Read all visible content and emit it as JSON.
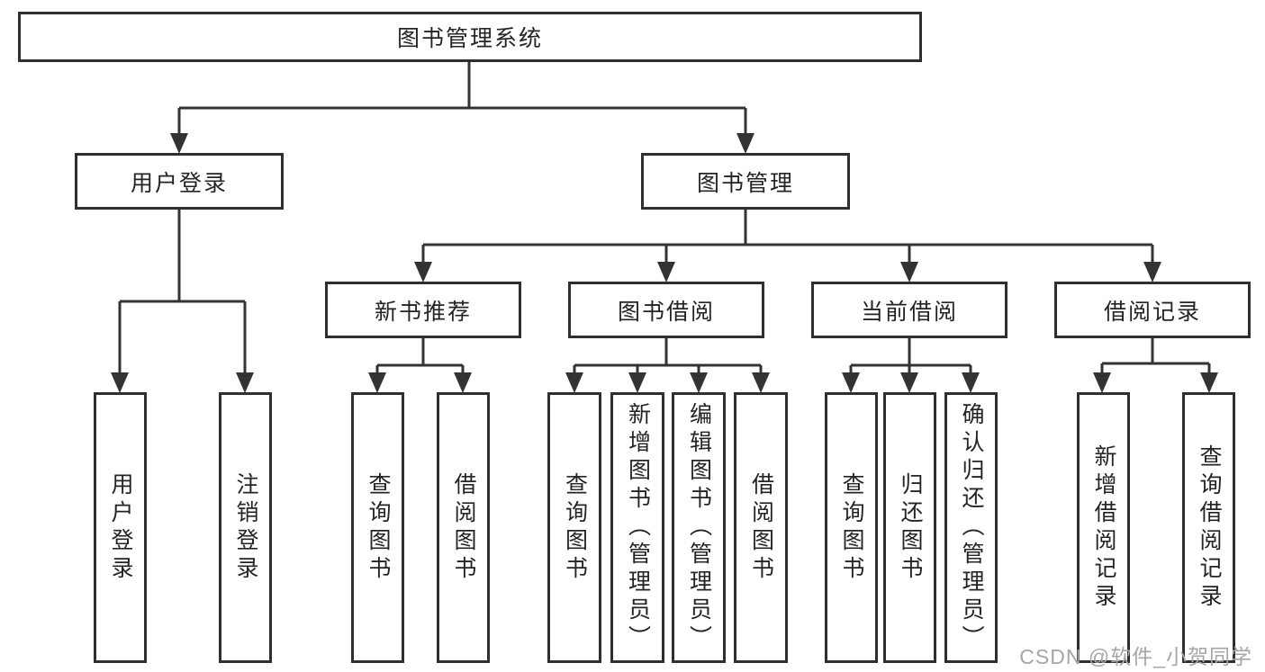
{
  "colors": {
    "background": "#ffffff",
    "line": "#333333",
    "box_border": "#2f2f2f",
    "text": "#242424",
    "watermark": "#a6a6a6"
  },
  "tree": {
    "root": {
      "label": "图书管理系统"
    },
    "children": [
      {
        "label": "用户登录",
        "children": [
          {
            "label": "用户登录"
          },
          {
            "label": "注销登录"
          }
        ]
      },
      {
        "label": "图书管理",
        "children": [
          {
            "label": "新书推荐",
            "children": [
              {
                "label": "查询图书"
              },
              {
                "label": "借阅图书"
              }
            ]
          },
          {
            "label": "图书借阅",
            "children": [
              {
                "label": "查询图书"
              },
              {
                "label": "新增图书（管理员）"
              },
              {
                "label": "编辑图书（管理员）"
              },
              {
                "label": "借阅图书"
              }
            ]
          },
          {
            "label": "当前借阅",
            "children": [
              {
                "label": "查询图书"
              },
              {
                "label": "归还图书"
              },
              {
                "label": "确认归还（管理员）"
              }
            ]
          },
          {
            "label": "借阅记录",
            "children": [
              {
                "label": "新增借阅记录"
              },
              {
                "label": "查询借阅记录"
              }
            ]
          }
        ]
      }
    ]
  },
  "watermark": {
    "text": "CSDN @软件_小贺同学"
  }
}
